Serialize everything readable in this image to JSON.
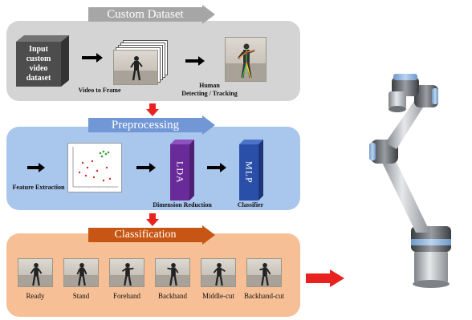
{
  "stages": {
    "dataset": {
      "title": "Custom Dataset",
      "input_box": [
        "Input",
        "custom",
        "video",
        "dataset"
      ],
      "video_to_frame": "Video to Frame",
      "human_detecting": [
        "Human",
        "Detecting / Tracking"
      ]
    },
    "preprocessing": {
      "title": "Preprocessing",
      "feature_extraction": "Feature Extraction",
      "lda": "LDA",
      "dimension_reduction": "Dimension Reduction",
      "mlp": "MLP",
      "classifier": "Classifier"
    },
    "classification": {
      "title": "Classification",
      "classes": [
        "Ready",
        "Stand",
        "Forehand",
        "Backhand",
        "Middle-cut",
        "Backhand-cut"
      ]
    }
  },
  "colors": {
    "dataset_panel": "#d4d4d4",
    "preprocessing_panel": "#a9c6ec",
    "classification_panel": "#f7bf95",
    "flow_arrow": "#e8231f"
  },
  "icons": [
    "robot-arm-image",
    "video-frame-stack",
    "scatter-plot-thumbnail",
    "skeleton-tracking-frame"
  ]
}
